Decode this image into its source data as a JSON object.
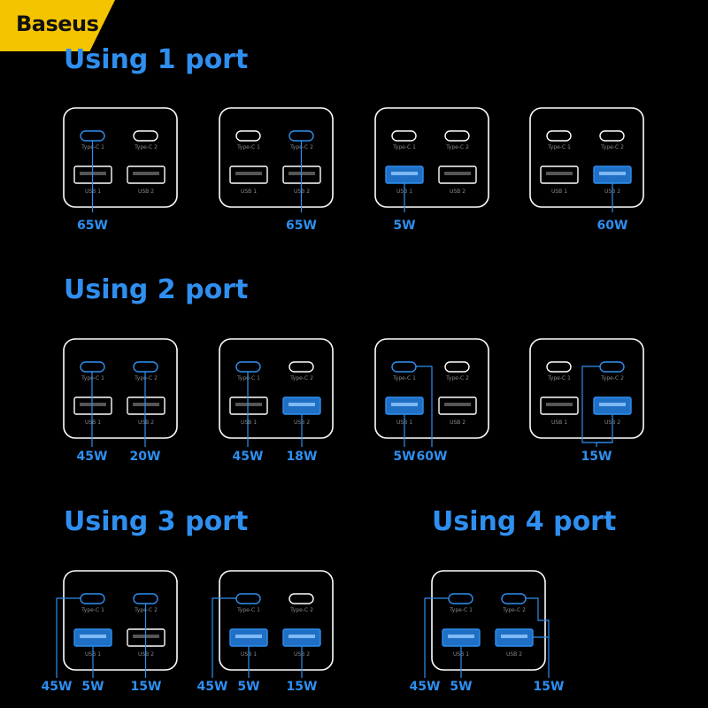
{
  "brand": "Baseus",
  "colors": {
    "accent": "#2f8ff0",
    "accent_fill": "#1f6fc4",
    "device_outline": "#ffffff",
    "logo_bg": "#f4c400"
  },
  "port_labels": {
    "type_c_1": "Type-C 1",
    "type_c_2": "Type-C 2",
    "usb_1": "USB 1",
    "usb_2": "USB 2"
  },
  "sections": [
    {
      "title": "Using 1 port",
      "configs": [
        {
          "active": [
            "c1"
          ],
          "outputs": [
            {
              "port": "c1",
              "watt": "65W"
            }
          ]
        },
        {
          "active": [
            "c2"
          ],
          "outputs": [
            {
              "port": "c2",
              "watt": "65W"
            }
          ]
        },
        {
          "active": [
            "u1"
          ],
          "outputs": [
            {
              "port": "u1",
              "watt": "5W"
            }
          ]
        },
        {
          "active": [
            "u2"
          ],
          "outputs": [
            {
              "port": "u2",
              "watt": "60W"
            }
          ]
        }
      ]
    },
    {
      "title": "Using 2 port",
      "configs": [
        {
          "active": [
            "c1",
            "c2"
          ],
          "outputs": [
            {
              "port": "c1",
              "watt": "45W"
            },
            {
              "port": "c2",
              "watt": "20W"
            }
          ]
        },
        {
          "active": [
            "c1",
            "u2"
          ],
          "outputs": [
            {
              "port": "c1",
              "watt": "45W"
            },
            {
              "port": "u2",
              "watt": "18W"
            }
          ]
        },
        {
          "active": [
            "c1",
            "u1"
          ],
          "outputs": [
            {
              "port": "u1",
              "watt": "5W"
            },
            {
              "port": "c1",
              "watt": "60W"
            }
          ]
        },
        {
          "active": [
            "c2",
            "u2"
          ],
          "outputs": [
            {
              "port": "c2+u2",
              "watt": "15W"
            }
          ]
        }
      ]
    },
    {
      "title": "Using 3 port",
      "configs": [
        {
          "active": [
            "c1",
            "c2",
            "u1"
          ],
          "outputs": [
            {
              "port": "c1",
              "watt": "45W"
            },
            {
              "port": "u1",
              "watt": "5W"
            },
            {
              "port": "c2",
              "watt": "15W"
            }
          ]
        },
        {
          "active": [
            "c1",
            "u1",
            "u2"
          ],
          "outputs": [
            {
              "port": "c1",
              "watt": "45W"
            },
            {
              "port": "u1",
              "watt": "5W"
            },
            {
              "port": "u2",
              "watt": "15W"
            }
          ]
        }
      ]
    },
    {
      "title": "Using 4 port",
      "configs": [
        {
          "active": [
            "c1",
            "c2",
            "u1",
            "u2"
          ],
          "outputs": [
            {
              "port": "c1",
              "watt": "45W"
            },
            {
              "port": "u1",
              "watt": "5W"
            },
            {
              "port": "c2+u2",
              "watt": "15W"
            }
          ]
        }
      ]
    }
  ]
}
